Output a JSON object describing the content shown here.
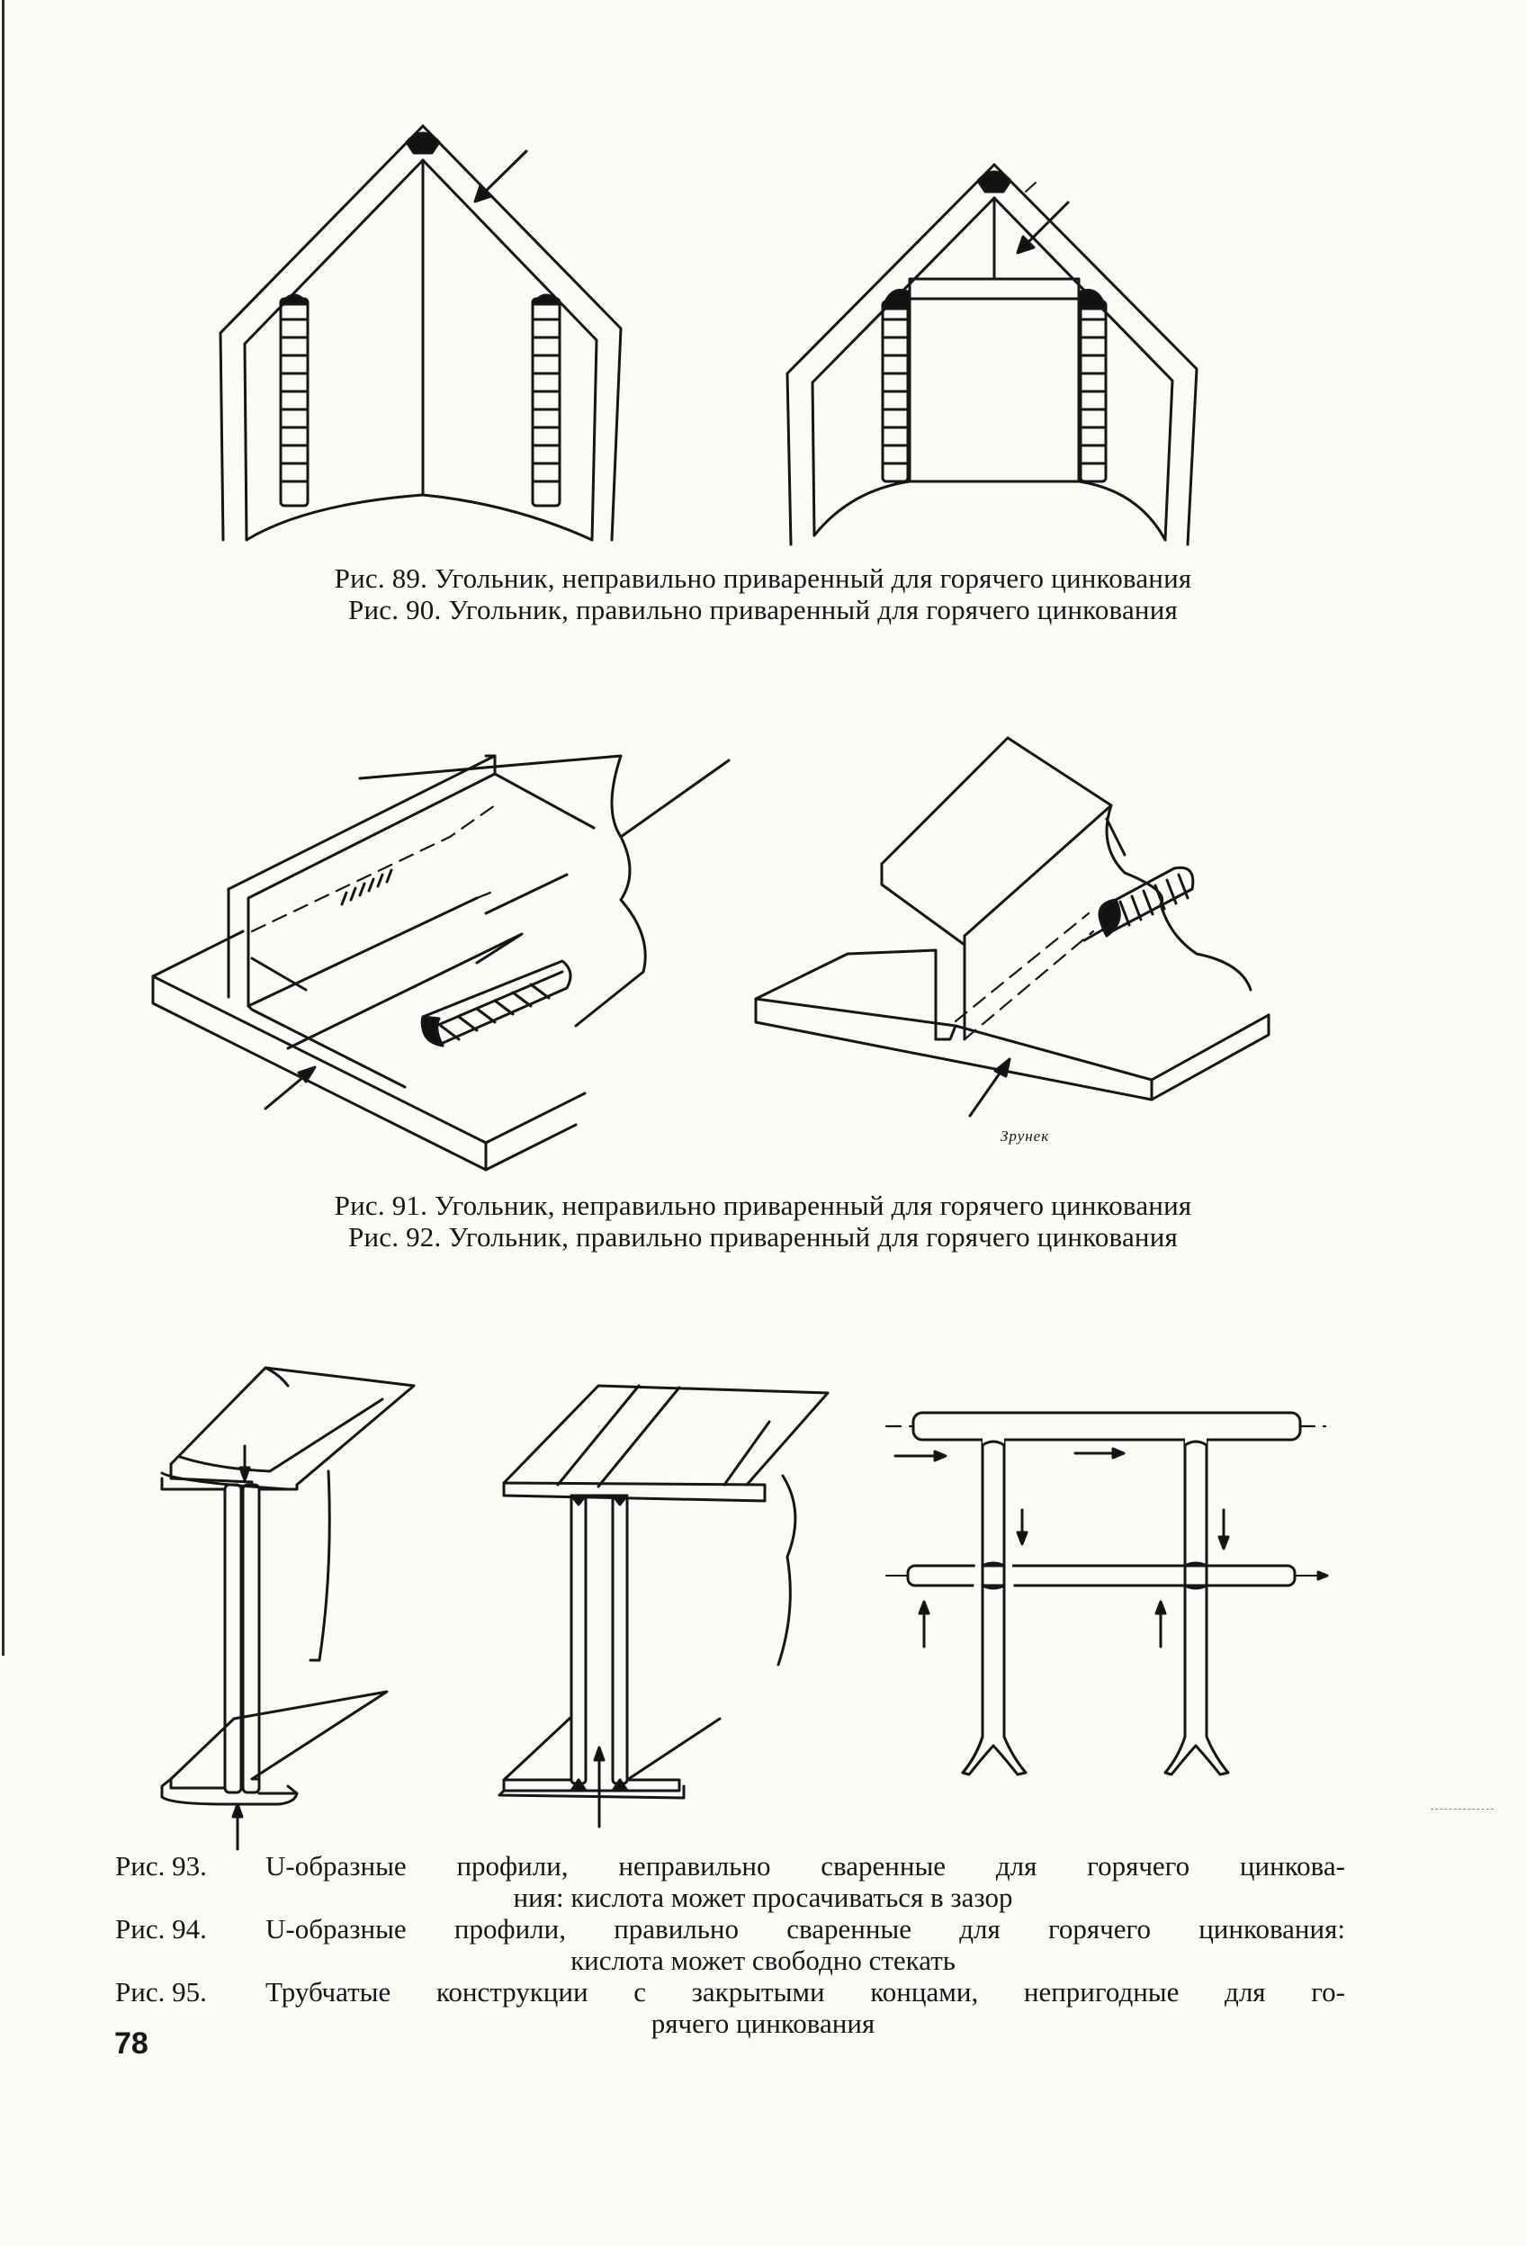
{
  "captions": {
    "fig89_90": [
      "Рис. 89. Угольник, неправильно приваренный для горячего цинкования",
      "Рис. 90. Угольник, правильно приваренный для горячего цинкования"
    ],
    "fig91_92": [
      "Рис. 91. Угольник, неправильно приваренный для горячего цинкования",
      "Рис. 92. Угольник, правильно приваренный для горячего цинкования"
    ],
    "fig93_95": [
      {
        "lead": "Рис. 93.",
        "line1": "U-образные профили, неправильно сваренные для горячего цинкова-",
        "line2": "ния: кислота может просачиваться в зазор"
      },
      {
        "lead": "Рис. 94.",
        "line1": "U-образные профили, правильно сваренные для горячего цинкования:",
        "line2": "кислота может свободно стекать"
      },
      {
        "lead": "Рис. 95.",
        "line1": "Трубчатые конструкции с закрытыми концами, непригодные для го-",
        "line2": "рячего цинкования"
      }
    ]
  },
  "illustrator_signature": "Зрунек",
  "page_number": "78"
}
